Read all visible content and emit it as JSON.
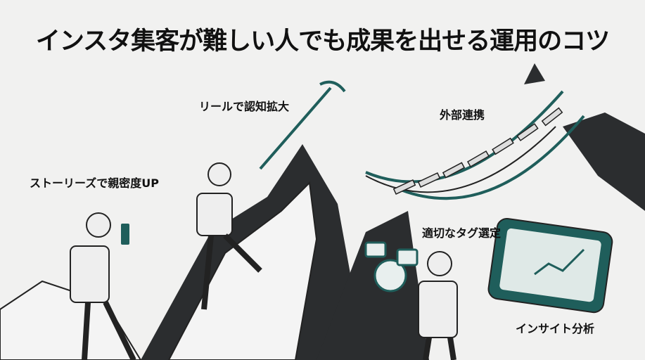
{
  "title": "インスタ集客が難しい人でも成果を出せる運用のコツ",
  "labels": {
    "reels": "リールで認知拡大",
    "collab": "外部連携",
    "stories": "ストーリーズで親密度UP",
    "tags": "適切なタグ選定",
    "insights": "インサイト分析"
  },
  "colors": {
    "accent": "#1f5e5b",
    "rock": "#2b2d2f",
    "background": "#f1f1f0"
  }
}
